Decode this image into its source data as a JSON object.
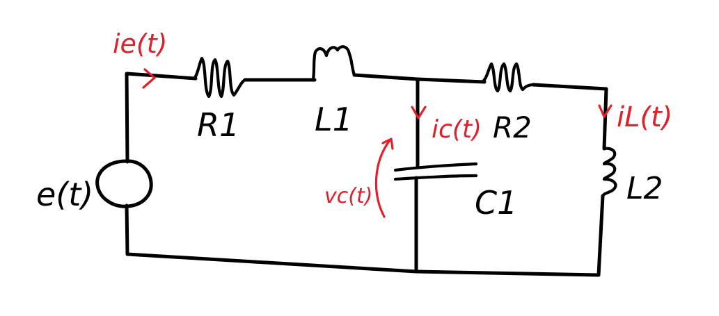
{
  "colors": {
    "ink": "#000000",
    "annotation": "#e0202a",
    "background": "#ffffff"
  },
  "components": {
    "source": "e(t)",
    "r1": "R1",
    "l1": "L1",
    "r2": "R2",
    "c1": "C1",
    "l2": "L2"
  },
  "annotations": {
    "ie": "ie(t)",
    "ic": "ic(t)",
    "il": "iL(t)",
    "vc": "vc(t)"
  }
}
